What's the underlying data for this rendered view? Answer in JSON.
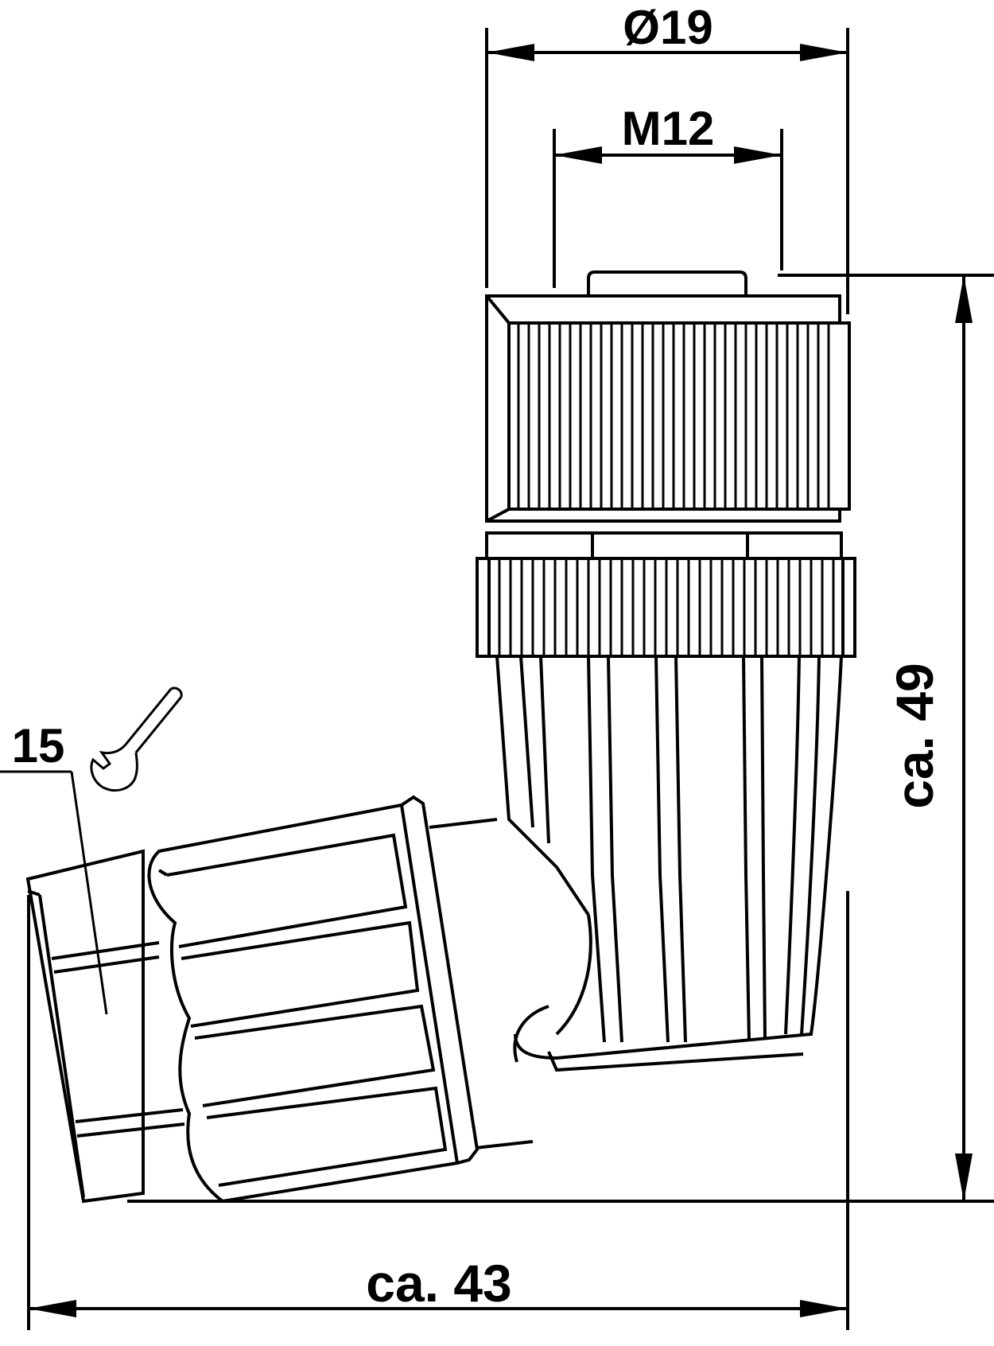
{
  "dimensions": {
    "diameter_label": "Ø19",
    "thread_label": "M12",
    "height_label": "ca. 49",
    "length_label": "ca. 43",
    "wrench_size_label": "15"
  },
  "colors": {
    "line": "#000000",
    "background": "#ffffff"
  },
  "icons": {
    "wrench": "wrench-icon"
  }
}
